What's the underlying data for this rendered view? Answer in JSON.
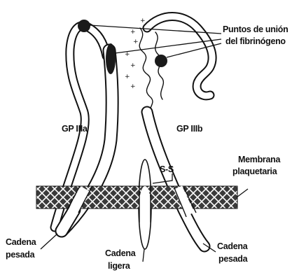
{
  "labels": {
    "binding_sites": [
      "Puntos de unión",
      "del fibrinógeno"
    ],
    "gp_iiia": "GP IIIa",
    "gp_iiib": "GP IIIb",
    "membrane": [
      "Membrana",
      "plaquetaria"
    ],
    "disulfide": "S-S",
    "heavy_chain_left": [
      "Cadena",
      "pesada"
    ],
    "light_chain": [
      "Cadena",
      "ligera"
    ],
    "heavy_chain_right": [
      "Cadena",
      "pesada"
    ]
  },
  "colors": {
    "ink": "#111111",
    "membrane_fill": "#3a3a3a",
    "background": "#ffffff"
  }
}
